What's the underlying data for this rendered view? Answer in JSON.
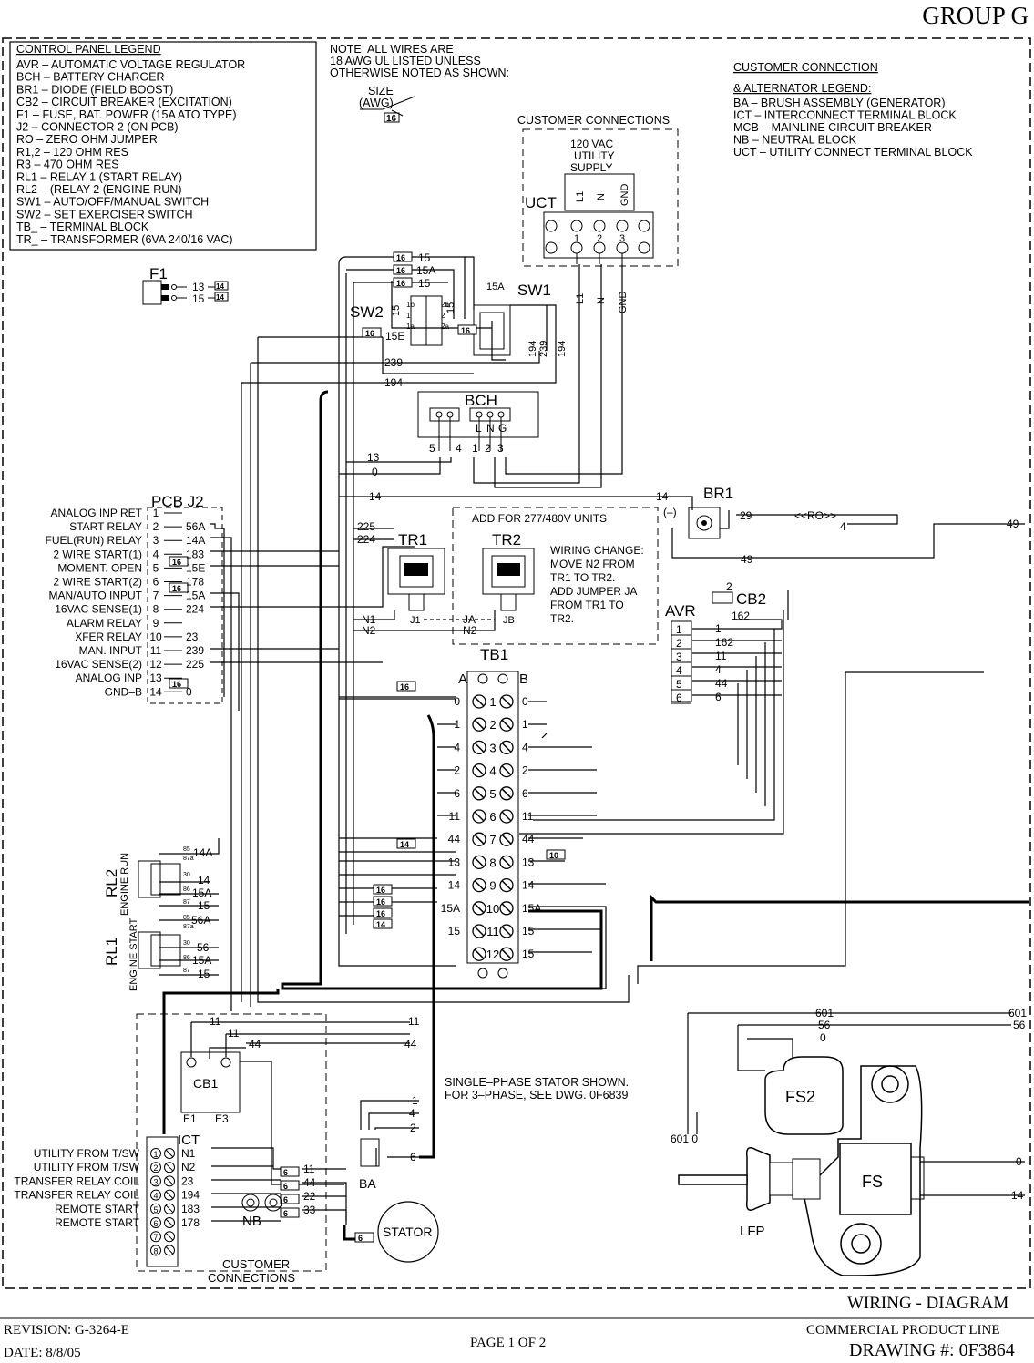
{
  "header": {
    "group": "GROUP G"
  },
  "legend": {
    "title": "CONTROL PANEL LEGEND",
    "items": [
      "AVR  –  AUTOMATIC VOLTAGE REGULATOR",
      "BCH  –  BATTERY CHARGER",
      "BR1  –  DIODE (FIELD BOOST)",
      "CB2  –  CIRCUIT BREAKER (EXCITATION)",
      "F1   –  FUSE, BAT. POWER (15A ATO TYPE)",
      "J2   –  CONNECTOR 2 (ON PCB)",
      "RO   –  ZERO OHM JUMPER",
      "R1,2   –  120 OHM RES",
      "R3   –  470 OHM RES",
      "RL1  –  RELAY 1 (START RELAY)",
      "RL2  –  (RELAY 2 (ENGINE RUN)",
      "SW1  –  AUTO/OFF/MANUAL SWITCH",
      "SW2  –  SET EXERCISER SWITCH",
      "TB_  –  TERMINAL BLOCK",
      "TR_  –  TRANSFORMER (6VA 240/16 VAC)"
    ]
  },
  "note": {
    "lines": [
      "NOTE:  ALL WIRES ARE",
      "18 AWG UL LISTED UNLESS",
      "OTHERWISE NOTED AS SHOWN:"
    ],
    "size_label": "SIZE",
    "awg_label": "(AWG)",
    "size_example": "16"
  },
  "customer_legend": {
    "title1": "CUSTOMER CONNECTION",
    "title2": "& ALTERNATOR LEGEND:",
    "items": [
      "BA    –  BRUSH ASSEMBLY (GENERATOR)",
      "ICT  –  INTERCONNECT TERMINAL BLOCK",
      "MCB  –  MAINLINE CIRCUIT BREAKER",
      "NB    –  NEUTRAL BLOCK",
      "UCT   –  UTILITY CONNECT TERMINAL BLOCK"
    ]
  },
  "uct": {
    "box_title": "CUSTOMER CONNECTIONS",
    "supply": [
      "120 VAC",
      "UTILITY",
      "SUPPLY"
    ],
    "label": "UCT",
    "terminals": [
      "L1",
      "N",
      "GND"
    ],
    "numbers": [
      "1",
      "2",
      "3"
    ]
  },
  "components": {
    "f1": "F1",
    "sw1": "SW1",
    "sw2": "SW2",
    "bch": "BCH",
    "br1": "BR1",
    "tr1": "TR1",
    "tr2": "TR2",
    "tb1": "TB1",
    "avr": "AVR",
    "cb2": "CB2",
    "cb1": "CB1",
    "ict": "ICT",
    "nb": "NB",
    "ba": "BA",
    "stator": "STATOR",
    "fs2": "FS2",
    "fs": "FS",
    "lfp": "LFP",
    "rl1": "RL1",
    "rl2": "RL2",
    "rl1_desc": "ENGINE START",
    "rl2_desc": "ENGINE RUN",
    "pcb": "PCB  J2",
    "j1": "J1",
    "jb": "JB",
    "br1_minus": "(–)",
    "ro": "<<RO>>",
    "e1": "E1",
    "e3": "E3"
  },
  "tr_note": {
    "title": "ADD FOR 277/480V UNITS",
    "lines": [
      "WIRING CHANGE:",
      "MOVE N2 FROM",
      "TR1 TO TR2.",
      "ADD JUMPER JA",
      "FROM TR1 TO",
      "TR2."
    ]
  },
  "pcb_pins": [
    {
      "label": "ANALOG INP RET",
      "num": "1",
      "wire": ""
    },
    {
      "label": "START RELAY",
      "num": "2",
      "wire": "56A"
    },
    {
      "label": "FUEL(RUN) RELAY",
      "num": "3",
      "wire": "14A"
    },
    {
      "label": "2 WIRE START(1)",
      "num": "4",
      "wire": "183"
    },
    {
      "label": "MOMENT. OPEN",
      "num": "5",
      "wire": "15E"
    },
    {
      "label": "2 WIRE START(2)",
      "num": "6",
      "wire": "178"
    },
    {
      "label": "MAN/AUTO INPUT",
      "num": "7",
      "wire": "15A"
    },
    {
      "label": "16VAC SENSE(1)",
      "num": "8",
      "wire": "224"
    },
    {
      "label": "ALARM RELAY",
      "num": "9",
      "wire": ""
    },
    {
      "label": "XFER RELAY",
      "num": "10",
      "wire": "23"
    },
    {
      "label": "MAN. INPUT",
      "num": "11",
      "wire": "239"
    },
    {
      "label": "16VAC SENSE(2)",
      "num": "12",
      "wire": "225"
    },
    {
      "label": "ANALOG INP",
      "num": "13",
      "wire": ""
    },
    {
      "label": "GND–B",
      "num": "14",
      "wire": "0"
    }
  ],
  "tb1": {
    "a": "A",
    "b": "B",
    "rows": [
      {
        "n": "1",
        "l": "0",
        "r": "0"
      },
      {
        "n": "2",
        "l": "1",
        "r": "1"
      },
      {
        "n": "3",
        "l": "4",
        "r": "4"
      },
      {
        "n": "4",
        "l": "2",
        "r": "2"
      },
      {
        "n": "5",
        "l": "6",
        "r": "6"
      },
      {
        "n": "6",
        "l": "11",
        "r": "11"
      },
      {
        "n": "7",
        "l": "44",
        "r": "44"
      },
      {
        "n": "8",
        "l": "13",
        "r": "13"
      },
      {
        "n": "9",
        "l": "14",
        "r": "14"
      },
      {
        "n": "10",
        "l": "15A",
        "r": "15A"
      },
      {
        "n": "11",
        "l": "15",
        "r": "15"
      },
      {
        "n": "12",
        "l": "",
        "r": "15"
      }
    ]
  },
  "avr": {
    "nums": [
      "1",
      "2",
      "3",
      "4",
      "5",
      "6"
    ],
    "wires": [
      "1",
      "162",
      "11",
      "4",
      "44",
      "6"
    ]
  },
  "ict": {
    "labels": [
      "UTILITY FROM T/SW",
      "UTILITY FROM T/SW",
      "TRANSFER RELAY COIL",
      "TRANSFER RELAY COIL",
      "REMOTE START",
      "REMOTE START"
    ],
    "nums": [
      "1",
      "2",
      "3",
      "4",
      "5",
      "6",
      "7",
      "8"
    ],
    "wires": [
      "N1",
      "N2",
      "23",
      "194",
      "183",
      "178"
    ]
  },
  "stator_note": [
    "SINGLE–PHASE STATOR SHOWN.",
    "FOR 3–PHASE, SEE DWG. 0F6839"
  ],
  "customer_conn": [
    "CUSTOMER",
    "CONNECTIONS"
  ],
  "wires": {
    "w13": "13",
    "w15": "15",
    "w15A": "15A",
    "w15E": "15E",
    "w239": "239",
    "w194": "194",
    "w14": "14",
    "w0": "0",
    "w225": "225",
    "w224": "224",
    "w29": "29",
    "w4": "4",
    "w49": "49",
    "w162": "162",
    "w2": "2",
    "wN1": "N1",
    "wN2": "N2",
    "wJA": "JA",
    "w14A": "14A",
    "w56A": "56A",
    "w56": "56",
    "w11": "11",
    "w44": "44",
    "w601": "601",
    "w6010": "601 0",
    "w1": "1",
    "w6": "6",
    "w22": "22",
    "w33": "33",
    "wL1": "L1",
    "wN": "N",
    "wGND": "GND",
    "w5": "5",
    "wL": "L",
    "wG": "G",
    "w3": "3"
  },
  "gauges": {
    "g16": "16",
    "g14": "14",
    "g10": "10",
    "g6": "6"
  },
  "relay_pins": {
    "p85": "85",
    "p87a": "87a",
    "p30": "30",
    "p86": "86",
    "p87": "87"
  },
  "footer": {
    "revision": "REVISION: G-3264-E",
    "date": "DATE: 8/8/05",
    "page": "PAGE 1 OF 2",
    "title": "WIRING - DIAGRAM",
    "line": "COMMERCIAL PRODUCT LINE",
    "drawing": "DRAWING #: 0F3864"
  }
}
